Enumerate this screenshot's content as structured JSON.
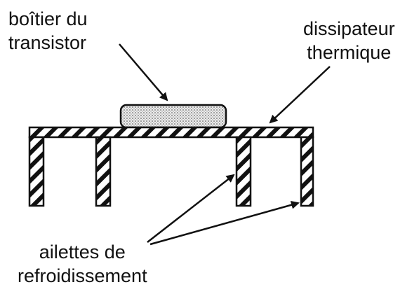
{
  "labels": {
    "transistor_line1": "boîtier du",
    "transistor_line2": "transistor",
    "dissipateur_line1": "dissipateur",
    "dissipateur_line2": "thermique",
    "ailettes_line1": "ailettes de",
    "ailettes_line2": "refroidissement"
  },
  "colors": {
    "ink": "#111111",
    "background": "#ffffff",
    "transistor_fill": "#d9d9d9"
  }
}
